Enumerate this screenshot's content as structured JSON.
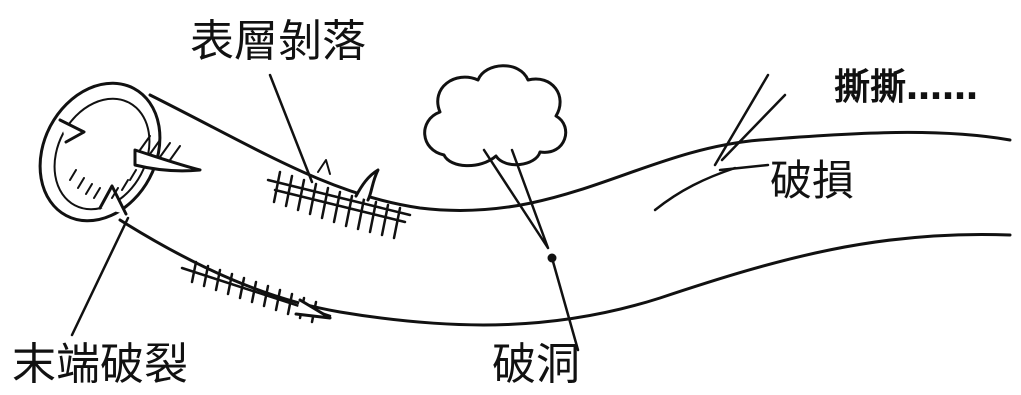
{
  "labels": {
    "surface_peeling": "表層剝落",
    "hole": "破洞",
    "damage": "破損",
    "tearing": "撕撕……",
    "end_split": "末端破裂"
  },
  "colors": {
    "stroke": "#111111",
    "background": "#ffffff"
  }
}
